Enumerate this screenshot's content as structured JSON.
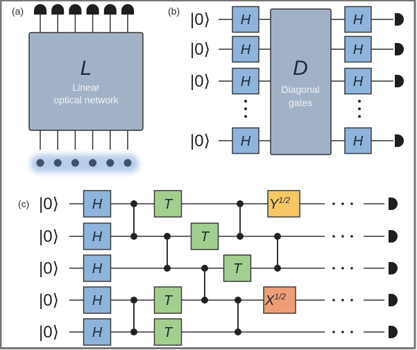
{
  "panels": {
    "a": {
      "label": "(a)",
      "box_symbol": "L",
      "box_line1": "Linear",
      "box_line2": "optical network",
      "num_modes": 6,
      "input_icon": "photon-source-icon",
      "output_icon": "detector-icon"
    },
    "b": {
      "label": "(b)",
      "ket": "|0⟩",
      "gate": "H",
      "box_symbol": "D",
      "box_line1": "Diagonal",
      "box_line2": "gates",
      "rows": 4,
      "ellipsis_between": [
        2,
        3
      ],
      "output_icon": "detector-icon"
    },
    "c": {
      "label": "(c)",
      "ket": "|0⟩",
      "qubits": 5,
      "initial_gate": "H",
      "gates": [
        {
          "type": "T",
          "qubit": 1,
          "step": 2
        },
        {
          "type": "T",
          "qubit": 2,
          "step": 3
        },
        {
          "type": "T",
          "qubit": 3,
          "step": 4
        },
        {
          "type": "T",
          "qubit": 4,
          "step": 2
        },
        {
          "type": "T",
          "qubit": 5,
          "step": 2
        },
        {
          "type": "Y",
          "exp": "1/2",
          "qubit": 1,
          "step": 6
        },
        {
          "type": "X",
          "exp": "1/2",
          "qubit": 4,
          "step": 6
        }
      ],
      "cz": [
        {
          "qubits": [
            1,
            2
          ],
          "step": 1
        },
        {
          "qubits": [
            4,
            5
          ],
          "step": 1
        },
        {
          "qubits": [
            2,
            3
          ],
          "step": 2.5
        },
        {
          "qubits": [
            3,
            4
          ],
          "step": 3.5
        },
        {
          "qubits": [
            1,
            2
          ],
          "step": 4.5
        },
        {
          "qubits": [
            4,
            5
          ],
          "step": 4.5
        },
        {
          "qubits": [
            2,
            3
          ],
          "step": 5.5
        }
      ],
      "ellipsis": "···",
      "output_icon": "detector-icon"
    }
  },
  "colors": {
    "h_gate": "#8fb4dc",
    "t_gate": "#a2cf8f",
    "y_gate": "#f7c766",
    "x_gate": "#ef9d77",
    "big_box": "#a2b2c6",
    "wire": "#333333",
    "glow": "#b7cdea",
    "mode_dot": "#3f5168",
    "frame": "#777777",
    "box_text": "#f0f4f8"
  }
}
